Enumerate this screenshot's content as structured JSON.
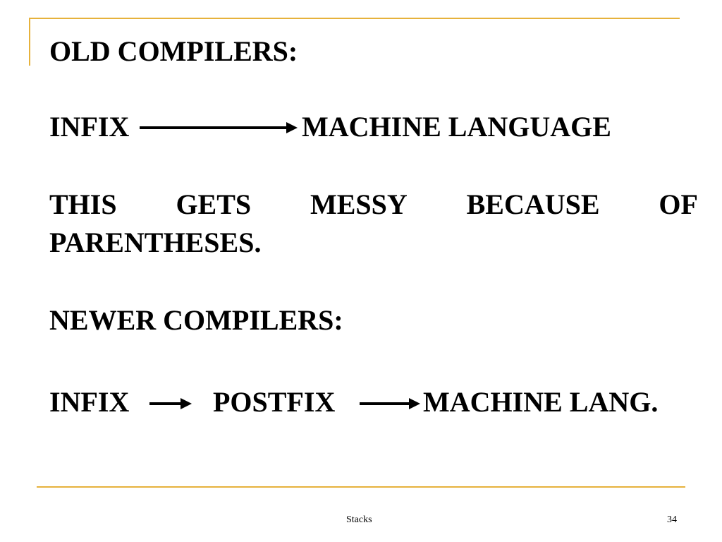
{
  "slide": {
    "accent_color": "#E6B23C",
    "heading_old": "OLD COMPILERS:",
    "old_flow": {
      "from": "INFIX",
      "to": "MACHINE LANGUAGE"
    },
    "messy_words": [
      "THIS",
      "GETS",
      "MESSY",
      "BECAUSE",
      "OF"
    ],
    "messy_line2": "PARENTHESES.",
    "heading_new": "NEWER COMPILERS:",
    "new_flow": {
      "step1": "INFIX",
      "step2": "POSTFIX",
      "step3": "MACHINE LANG."
    }
  },
  "footer": {
    "title": "Stacks",
    "page_number": "34"
  }
}
